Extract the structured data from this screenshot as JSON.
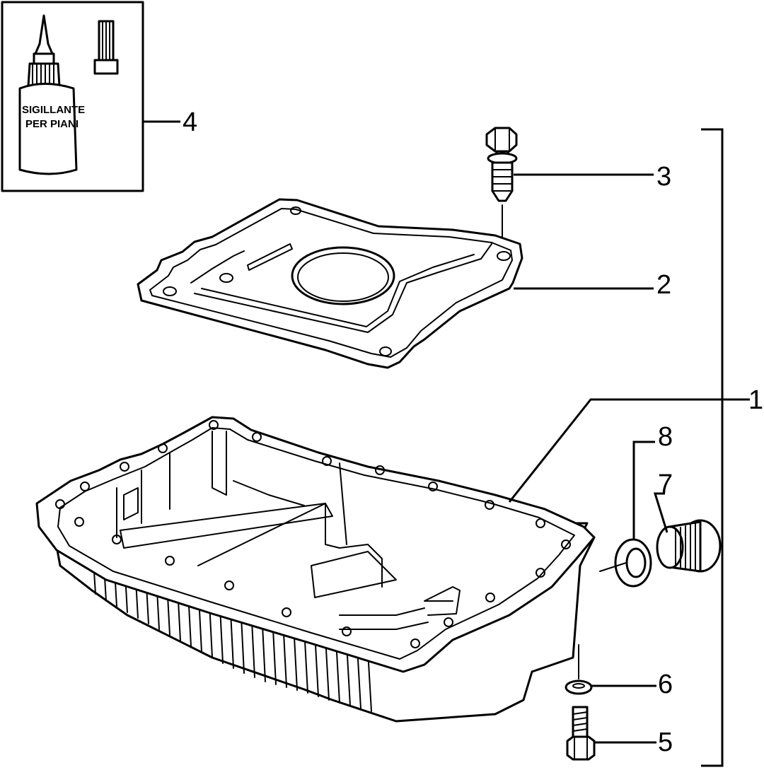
{
  "parts": {
    "part_1": "1",
    "part_2": "2",
    "part_3": "3",
    "part_4": "4",
    "part_5": "5",
    "part_6": "6",
    "part_7": "7",
    "part_8": "8"
  },
  "sealant_label": {
    "line1": "SIGILLANTE",
    "line2": "PER PIANI"
  }
}
